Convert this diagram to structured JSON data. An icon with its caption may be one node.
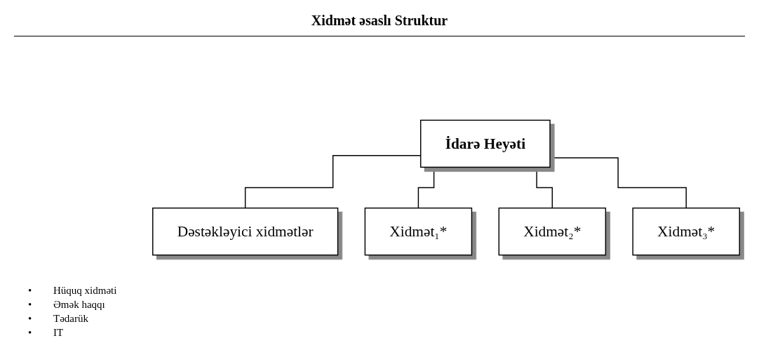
{
  "diagram": {
    "title": "Xidmət əsaslı Struktur",
    "nodes": [
      {
        "text": [
          "İdarə Heyəti"
        ]
      },
      {
        "text": [
          "Dəstəkləyici xidmətlər"
        ]
      },
      {
        "text": [
          "Xidmət₁*"
        ]
      },
      {
        "text": [
          "Xidmət₂*"
        ]
      },
      {
        "text": [
          "Xidmət₃*"
        ]
      }
    ],
    "edges": [
      {
        "from": 0,
        "to": 1,
        "arrow": "none"
      },
      {
        "from": 0,
        "to": 2,
        "arrow": "none"
      },
      {
        "from": 0,
        "to": 3,
        "arrow": "none"
      },
      {
        "from": 0,
        "to": 4,
        "arrow": "none"
      }
    ],
    "labels": [
      "•",
      "Hüquq xidməti",
      "•",
      "Əmək haqqı",
      "•",
      "Tədarük",
      "•",
      "IT"
    ]
  }
}
